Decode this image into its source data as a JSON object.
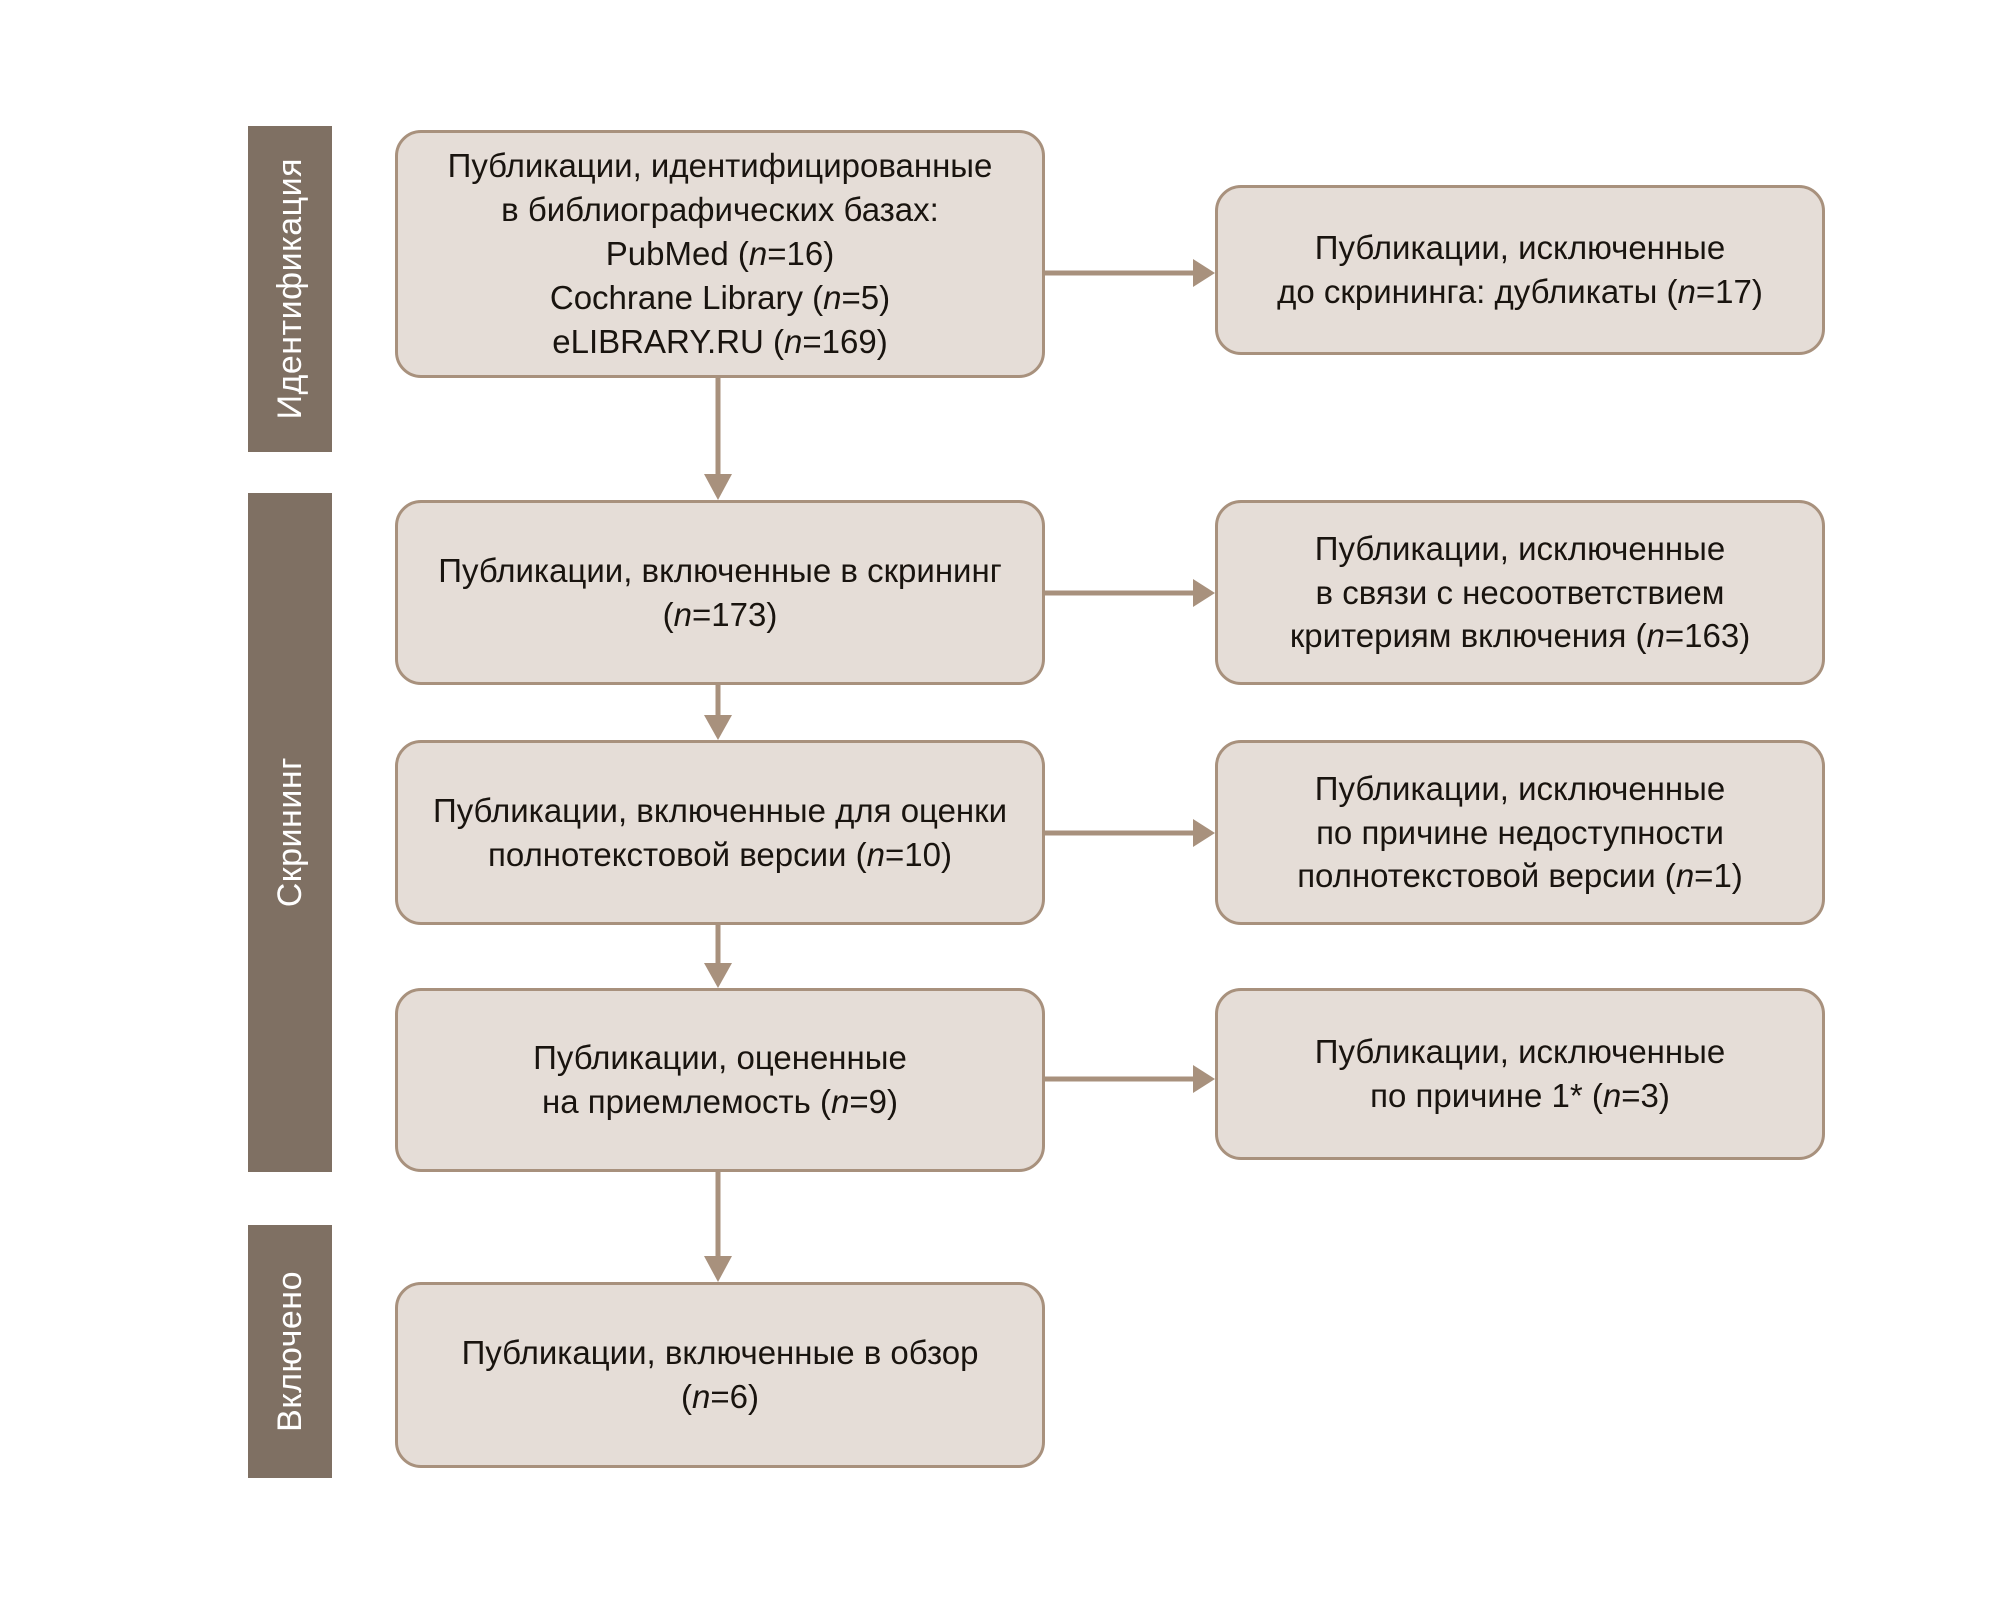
{
  "diagram": {
    "type": "prisma-flow-diagram",
    "language": "ru",
    "colors": {
      "stage_bar": "#7f7063",
      "box_fill": "#e5ddd7",
      "box_border": "#a8917d",
      "connector": "#a8917d",
      "text": "#19140f",
      "stage_label_text": "#ffffff",
      "background": "#ffffff"
    }
  },
  "stages": [
    {
      "id": "identification",
      "label": "Идентификация"
    },
    {
      "id": "screening",
      "label": "Скрининг"
    },
    {
      "id": "included",
      "label": "Включено"
    }
  ],
  "main_boxes": [
    {
      "id": "identified-records",
      "stage": "identification",
      "lines": [
        "Публикации, идентифицированные",
        "в библиографических базах:",
        "PubMed (n=16)",
        "Cochrane Library (n=5)",
        "eLIBRARY.RU (n=169)"
      ],
      "text": "Публикации, идентифицированные\nв библиографических базах:\nPubMed (n=16)\nCochrane Library (n=5)\neLIBRARY.RU (n=169)",
      "counts": {
        "PubMed": 16,
        "Cochrane Library": 5,
        "eLIBRARY.RU": 169
      }
    },
    {
      "id": "records-screened",
      "stage": "screening",
      "lines": [
        "Публикации, включенные в скрининг",
        "(n=173)"
      ],
      "text": "Публикации, включенные в скрининг\n(n=173)",
      "n": 173
    },
    {
      "id": "fulltext-sought",
      "stage": "screening",
      "lines": [
        "Публикации, включенные для оценки",
        "полнотекстовой версии (n=10)"
      ],
      "text": "Публикации, включенные для оценки\nполнотекстовой версии (n=10)",
      "n": 10
    },
    {
      "id": "fulltext-assessed",
      "stage": "screening",
      "lines": [
        "Публикации, оцененные",
        "на приемлемость (n=9)"
      ],
      "text": "Публикации, оцененные\nна приемлемость (n=9)",
      "n": 9
    },
    {
      "id": "studies-included",
      "stage": "included",
      "lines": [
        "Публикации, включенные в обзор",
        "(n=6)"
      ],
      "text": "Публикации, включенные в обзор\n(n=6)",
      "n": 6
    }
  ],
  "excluded_boxes": [
    {
      "id": "excluded-duplicates",
      "stage": "identification",
      "lines": [
        "Публикации, исключенные",
        "до скрининга: дубликаты (n=17)"
      ],
      "text": "Публикации, исключенные\nдо скрининга: дубликаты (n=17)",
      "n": 17
    },
    {
      "id": "excluded-criteria",
      "stage": "screening",
      "lines": [
        "Публикации, исключенные",
        "в связи с несоответствием",
        "критериям включения (n=163)"
      ],
      "text": "Публикации, исключенные\nв связи с несоответствием\nкритериям включения (n=163)",
      "n": 163
    },
    {
      "id": "excluded-fulltext-unavailable",
      "stage": "screening",
      "lines": [
        "Публикации, исключенные",
        "по причине недоступности",
        "полнотекстовой версии (n=1)"
      ],
      "text": "Публикации, исключенные\nпо причине недоступности\nполнотекстовой версии (n=1)",
      "n": 1
    },
    {
      "id": "excluded-reason-1",
      "stage": "screening",
      "lines": [
        "Публикации, исключенные",
        "по причине 1* (n=3)"
      ],
      "text": "Публикации, исключенные\nпо причине 1* (n=3)",
      "n": 3
    }
  ],
  "connectors": [
    {
      "id": "arrow-identified-to-duplicates",
      "direction": "right"
    },
    {
      "id": "arrow-identified-to-screened",
      "direction": "down"
    },
    {
      "id": "arrow-screened-to-criteria",
      "direction": "right"
    },
    {
      "id": "arrow-screened-to-fulltext-sought",
      "direction": "down"
    },
    {
      "id": "arrow-fulltext-sought-to-unavailable",
      "direction": "right"
    },
    {
      "id": "arrow-fulltext-sought-to-assessed",
      "direction": "down"
    },
    {
      "id": "arrow-assessed-to-reason1",
      "direction": "right"
    },
    {
      "id": "arrow-assessed-to-included",
      "direction": "down"
    }
  ]
}
